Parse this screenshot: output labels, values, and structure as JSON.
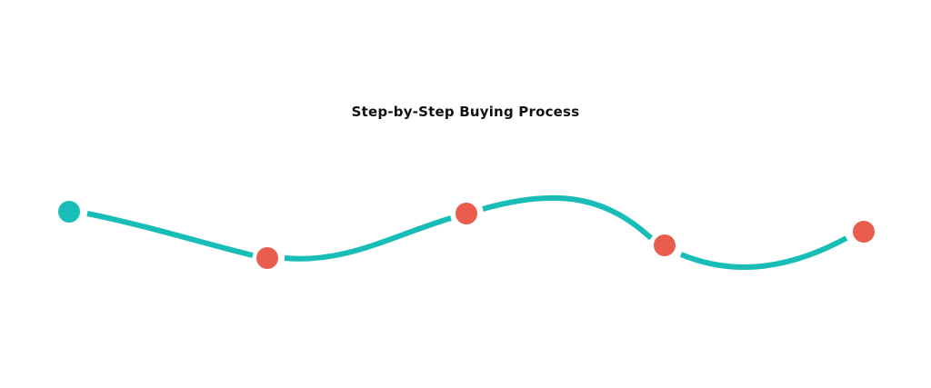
{
  "title": "Step-by-Step Buying Process",
  "colors": {
    "path": "#19bdb7",
    "start_node": "#19bdb7",
    "step_node": "#ea5c4c",
    "background": "#ffffff"
  },
  "steps": [
    {
      "kind": "start"
    },
    {
      "kind": "step"
    },
    {
      "kind": "step"
    },
    {
      "kind": "step"
    },
    {
      "kind": "step"
    }
  ]
}
